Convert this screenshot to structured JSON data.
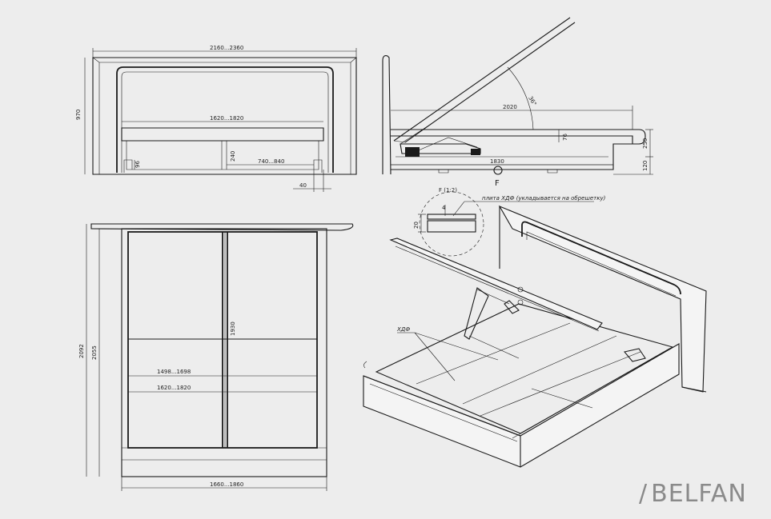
{
  "dimensions": {
    "headboard_width": "2160...2360",
    "headboard_height": "970",
    "inner_width_top": "1620...1820",
    "leg_height": "96",
    "drawer_height": "240",
    "drawer_width": "740...840",
    "side_offset": "40",
    "side_length": "2020",
    "lift_angle": "36°",
    "lift_rise": "76",
    "side_height_upper": "250",
    "side_height_lower": "120",
    "base_length": "1830",
    "plan_total_length": "2092",
    "plan_inner_length": "2055",
    "plan_slat_length": "1930",
    "plan_mattress_width": "1498...1698",
    "plan_inner_width": "1620...1820",
    "plan_outer_width": "1660...1860",
    "detail_height": "20",
    "detail_gap": "4"
  },
  "labels": {
    "section_marker": "F",
    "detail_title": "F (1:2)",
    "plate_note": "плита ХДФ (укладывается на обрешетку)",
    "hdf": "ХДФ"
  },
  "brand": {
    "slash": "/",
    "name": "BELFAN"
  }
}
